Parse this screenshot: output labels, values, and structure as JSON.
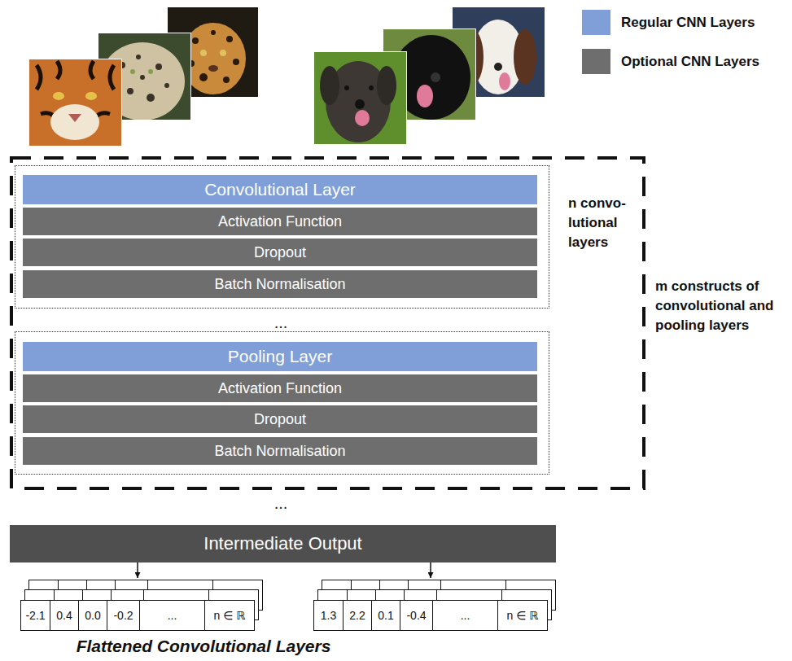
{
  "diagram": {
    "caption": "Flattened Convolutional Layers",
    "nodes": [
      {
        "text": [
          "m constructs of convolutional and pooling layers"
        ]
      },
      {
        "text": [
          "n convo- lutional layers"
        ],
        "in": 0
      },
      {
        "text": [
          "Convolutional Layer"
        ],
        "in": 1
      },
      {
        "text": [
          "Activation Function"
        ],
        "in": 1
      },
      {
        "text": [
          "Dropout"
        ],
        "in": 1
      },
      {
        "text": [
          "Batch Normalisation"
        ],
        "in": 1
      },
      {
        "text": [],
        "in": 0
      },
      {
        "text": [
          "Pooling Layer"
        ],
        "in": 6
      },
      {
        "text": [
          "Activation Function"
        ],
        "in": 6
      },
      {
        "text": [
          "Dropout"
        ],
        "in": 6
      },
      {
        "text": [
          "Batch Normalisation"
        ],
        "in": 6
      },
      {
        "text": [
          "Intermediate Output"
        ]
      },
      {
        "text": [
          "-2.1",
          "0.4",
          "0.0",
          "-0.2",
          "...",
          "n ∈ ℝ"
        ]
      },
      {
        "text": [
          "1.3",
          "2.2",
          "0.1",
          "-0.4",
          "...",
          "n ∈ ℝ"
        ]
      }
    ],
    "edges": [
      {
        "from": 11,
        "to": 12,
        "arrow": "to"
      },
      {
        "from": 11,
        "to": 13,
        "arrow": "to"
      }
    ],
    "labels": [
      "...",
      "..."
    ],
    "legend": [
      {
        "text": "Regular CNN Layers",
        "color": "#809fd8"
      },
      {
        "text": "Optional CNN Layers",
        "color": "#6e6e6e"
      }
    ]
  }
}
